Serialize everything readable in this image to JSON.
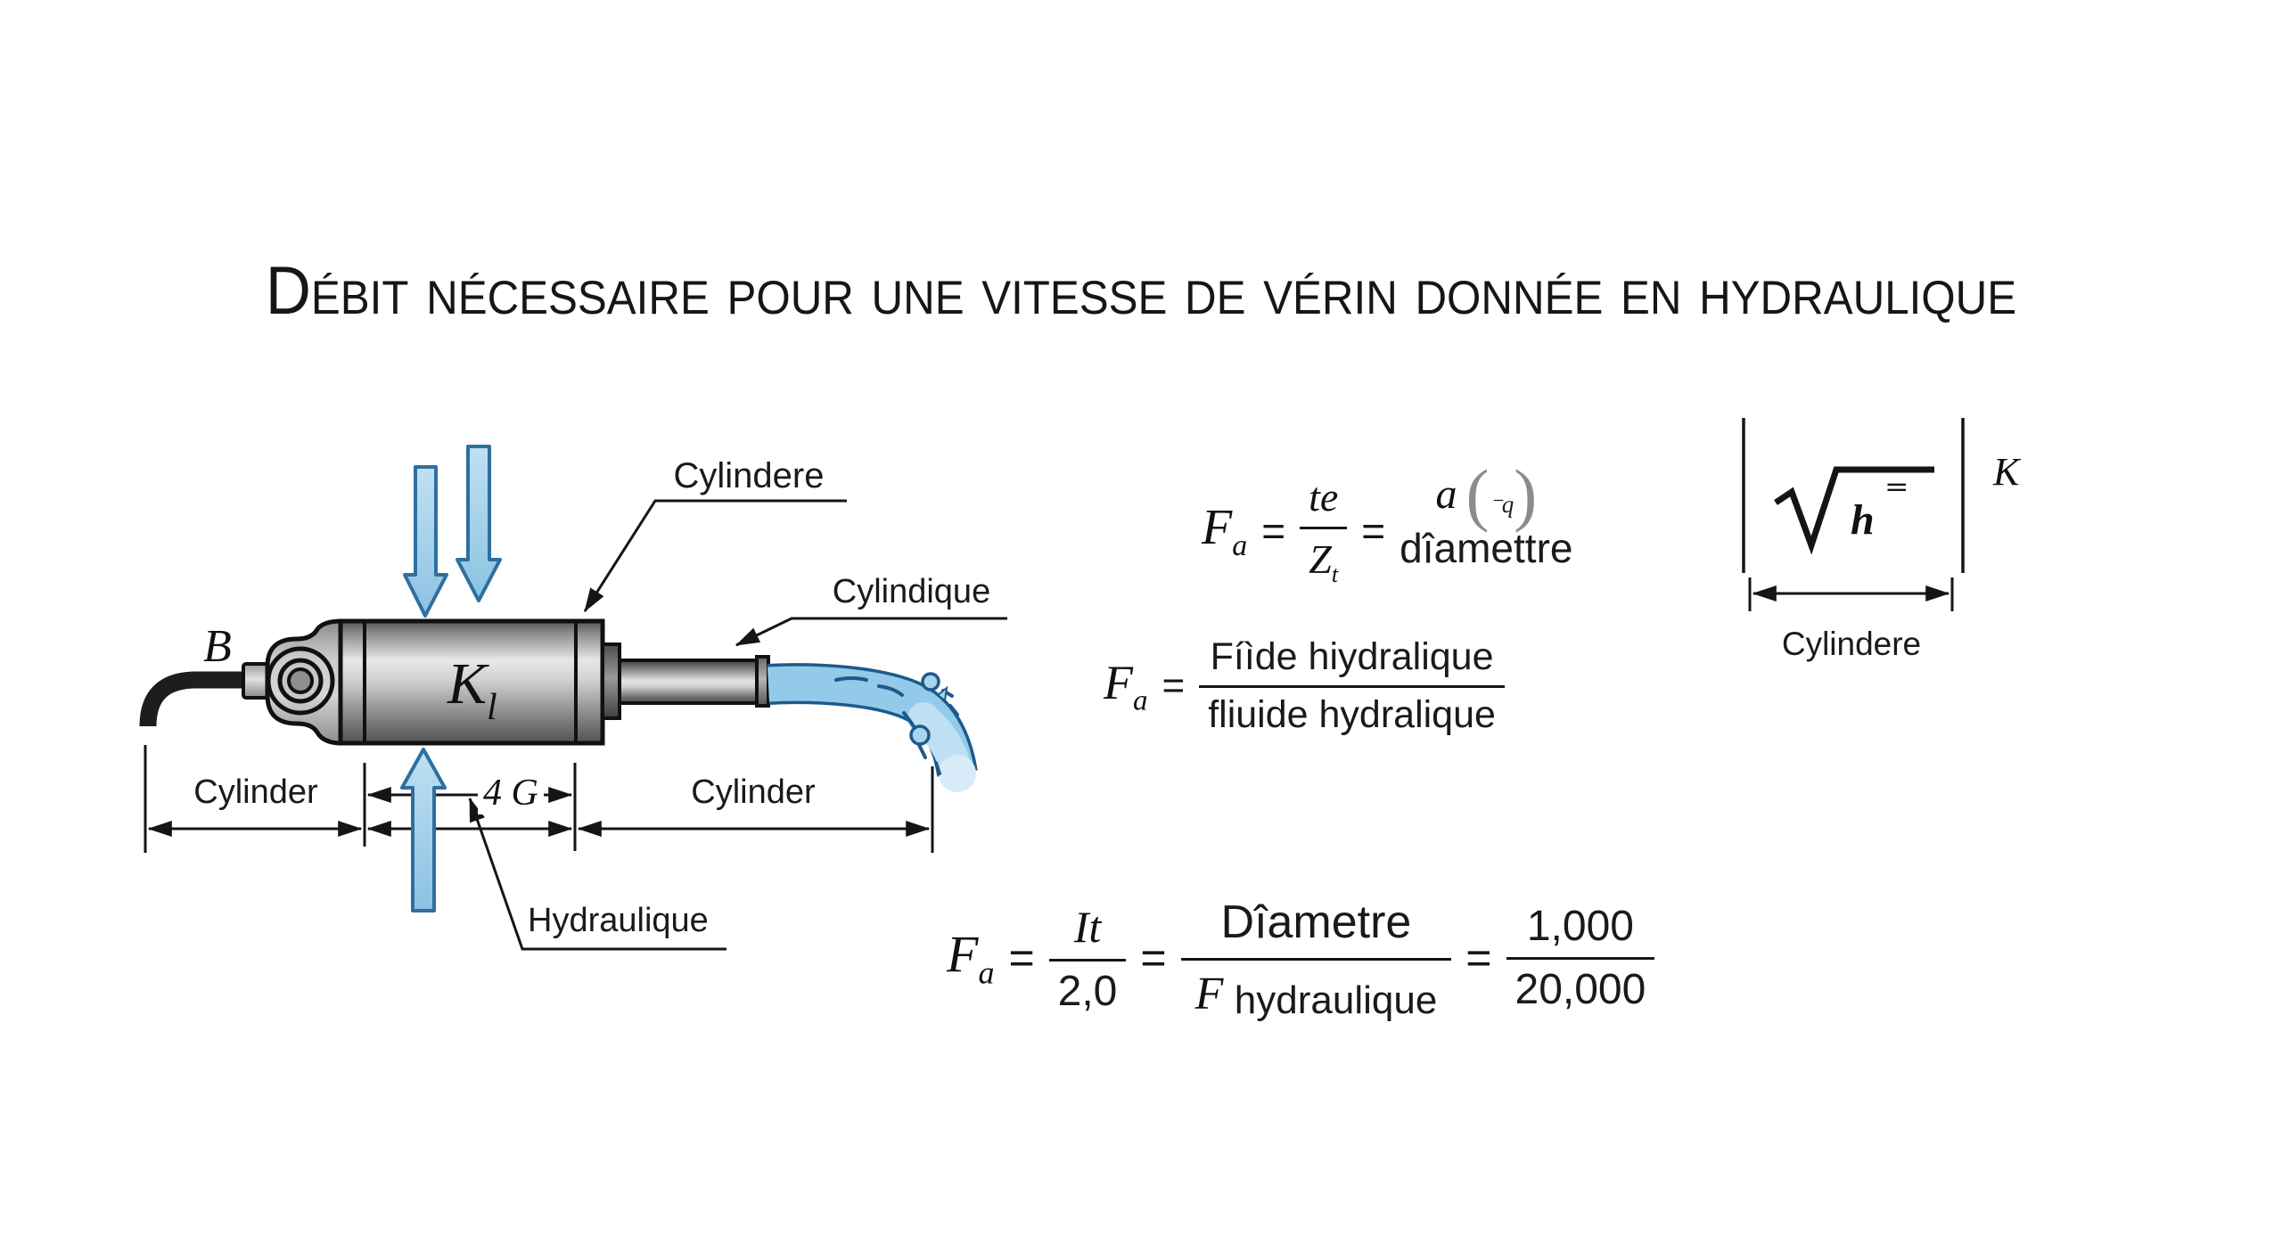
{
  "title": {
    "text": "Débit nécessaire pour une vitesse de vérin donnée en hydraulique"
  },
  "diagram": {
    "callout_body": "Cylindere",
    "callout_rod": "Cylindique",
    "mount_label": "B",
    "body_symbol_main": "K",
    "body_symbol_sub": "l",
    "dim_left_label": "Cylinder",
    "dim_mid_label": "4 G",
    "dim_right_label": "Cylinder",
    "callout_port": "Hydraulique",
    "colors": {
      "arrow_fill": "#a9d4ee",
      "arrow_border": "#2e6f9e",
      "fluid_fill": "#93c9e9",
      "fluid_border": "#1d5a8a",
      "metal_light": "#e9e9e9",
      "metal_dark": "#5c5c5c",
      "line_color": "#151515"
    }
  },
  "formula_speed": {
    "f": "F",
    "f_sub": "a",
    "equals": "=",
    "frac_num": "te",
    "frac_den_main": "Z",
    "frac_den_sub": "t",
    "equals2": "=",
    "stack_top_var": "a",
    "paren_open": "(",
    "paren_content": "⁻q",
    "paren_close": ")",
    "stack_bottom": "dîamettre"
  },
  "formula_root": {
    "radicand": "h",
    "radicand_sup": "⁼",
    "factor": "K",
    "dim_label": "Cylindere"
  },
  "formula_fluid": {
    "f": "F",
    "f_sub": "a",
    "equals": "=",
    "num": "Fíìde hiydralique",
    "den": "fliuide hydralique"
  },
  "formula_ratio": {
    "f": "F",
    "f_sub": "a",
    "equals": "=",
    "num1": "It",
    "den1": "2,0",
    "equals2": "=",
    "num2": "Dîametre",
    "den2_var": "F",
    "den2_label": "hydraulique",
    "equals3": "=",
    "num3": "1,000",
    "den3": "20,000"
  }
}
